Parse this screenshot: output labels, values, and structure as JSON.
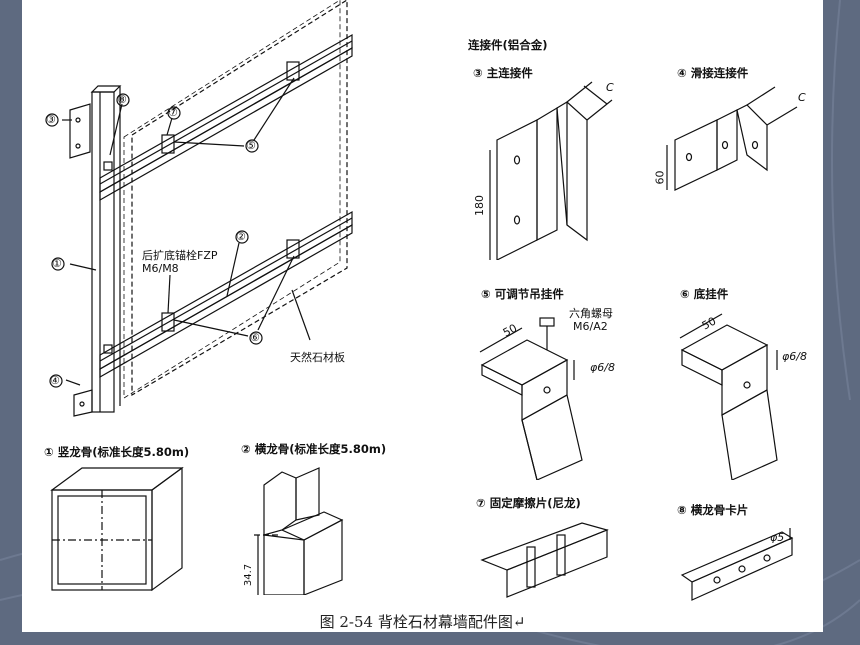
{
  "slide": {
    "caption": "图 2-54    背栓石材幕墙配件图↵",
    "colors": {
      "background": "#5e6a80",
      "panel": "#ffffff",
      "ink": "#111111"
    }
  },
  "assembly": {
    "markers": [
      "①",
      "②",
      "③",
      "④",
      "⑤",
      "⑤",
      "⑥",
      "⑥",
      "⑦",
      "⑧"
    ],
    "anchor_label_line1": "后扩底锚栓FZP",
    "anchor_label_line2": "M6/M8",
    "stone_label": "天然石材板"
  },
  "connectors": {
    "title": "连接件(铝合金)",
    "main_connector": {
      "label": "③ 主连接件",
      "dim_c": "C",
      "dim_h": "180"
    },
    "slide_connector": {
      "label": "④ 滑接连接件",
      "dim_c": "C",
      "dim_h": "60"
    },
    "adjustable_hanger": {
      "label": "⑤ 可调节吊挂件",
      "dim_w": "50",
      "bolt_line1": "六角螺母",
      "bolt_line2": "M6/A2",
      "hole": "φ6/8"
    },
    "base_hanger": {
      "label": "⑥ 底挂件",
      "dim_w": "50",
      "hole": "φ6/8"
    },
    "friction_pad": {
      "label": "⑦ 固定摩擦片(尼龙)"
    },
    "rail_clip": {
      "label": "⑧ 横龙骨卡片",
      "hole": "φ5"
    }
  },
  "profiles": {
    "vertical": {
      "label": "① 竖龙骨(标准长度5.80m)"
    },
    "horizontal": {
      "label": "② 横龙骨(标准长度5.80m)",
      "dim": "34.7"
    }
  }
}
